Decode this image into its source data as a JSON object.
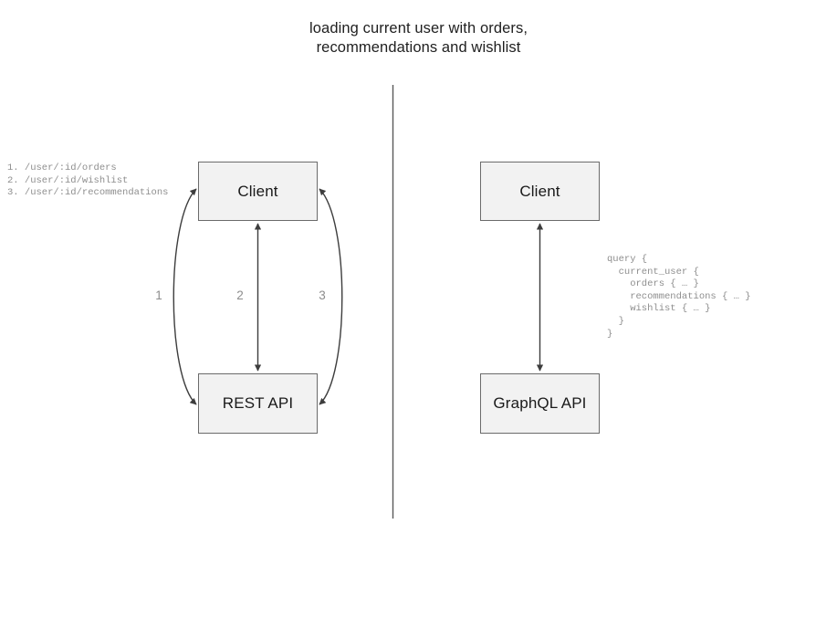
{
  "diagram": {
    "title": "loading current user with orders,\nrecommendations and wishlist",
    "divider_color": "#595959",
    "node_fill": "#f2f2f2",
    "node_stroke": "#6b6b6b",
    "annotation_color": "#8e8e8e",
    "edge_color": "#3d3d3d"
  },
  "rest_side": {
    "client_label": "Client",
    "api_label": "REST API",
    "endpoints": "1. /user/:id/orders\n2. /user/:id/wishlist\n3. /user/:id/recommendations",
    "edges": [
      {
        "label": "1",
        "shape": "curve-left",
        "direction": "bidirectional"
      },
      {
        "label": "2",
        "shape": "straight",
        "direction": "bidirectional"
      },
      {
        "label": "3",
        "shape": "curve-right",
        "direction": "bidirectional"
      }
    ]
  },
  "graphql_side": {
    "client_label": "Client",
    "api_label": "GraphQL API",
    "query": "query {\n  current_user {\n    orders { … }\n    recommendations { … }\n    wishlist { … }\n  }\n}",
    "edges": [
      {
        "label": "",
        "shape": "straight",
        "direction": "bidirectional"
      }
    ]
  }
}
